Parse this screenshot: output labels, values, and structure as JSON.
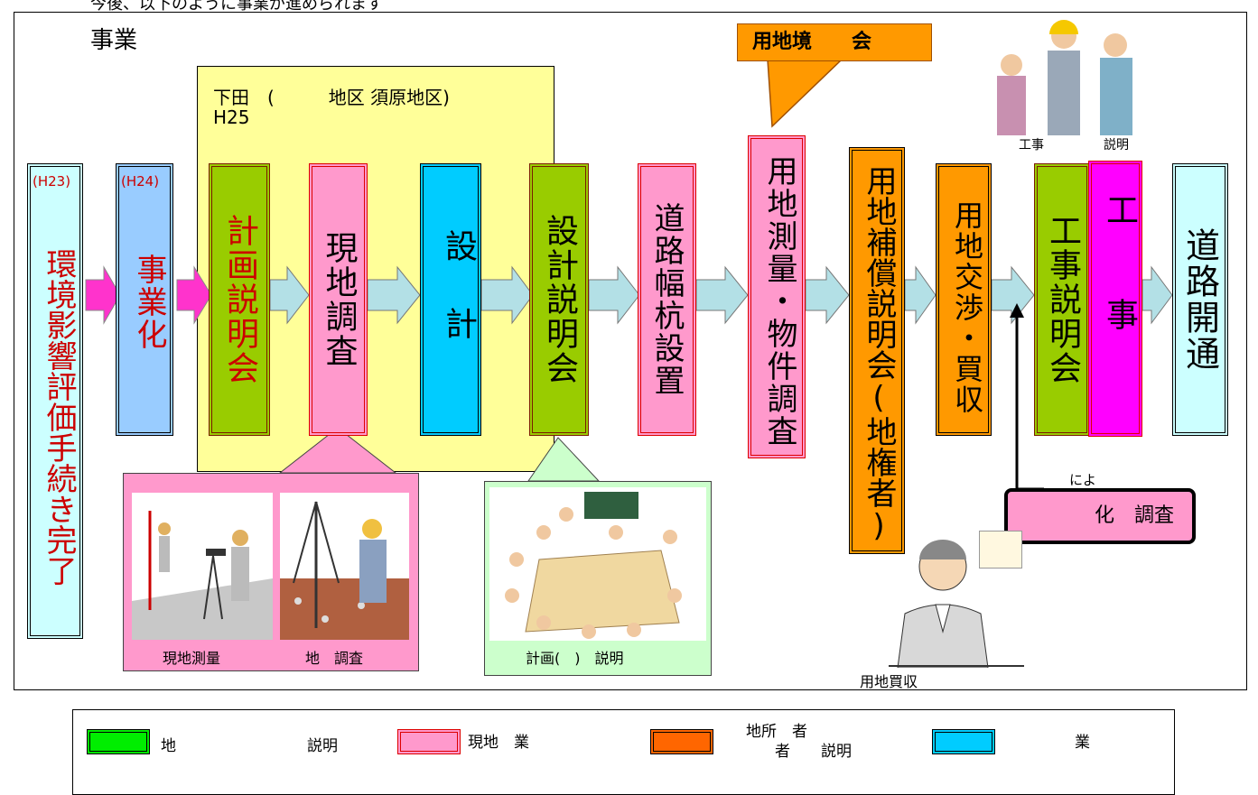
{
  "header_cut": "今後、以下のように事業が進められます",
  "title": "事業",
  "yellow_area": {
    "line1": "下田　(　　　地区  須原地区)",
    "line2": "H25"
  },
  "flow": {
    "env": {
      "year": "(H23)",
      "label": "環境影響評価手続き完了"
    },
    "jigyoka": {
      "year": "(H24)",
      "label": "事業化"
    },
    "keikaku": "計画説明会",
    "genchi": "現地調査",
    "sekkei": "設計",
    "sekkei_setsumei": "設計説明会",
    "kui": "道路幅杭設置",
    "sokuryo": "用地測量・物件調査",
    "hosho": "用地補償説明会(地権者)",
    "kosho": "用地交渉・買収",
    "koji_setsumei": "工事説明会",
    "koji": "工事",
    "kaitsu": "道路開通"
  },
  "callouts": {
    "yochi_kyokai": "用地境　　会",
    "genchi_sokuryo": "現地測量",
    "chishitsu": "地　調査",
    "keikaku_setsumei": "計画(　)　説明",
    "koji_caption": "工事",
    "setsumei_caption": "説明",
    "niyo": "によ",
    "jika_chosa": "化　調査",
    "yochi_baishu": "用地買収"
  },
  "legend": [
    {
      "label_a": "地",
      "label_b": "説明",
      "color": "#00ee00"
    },
    {
      "label_a": "現地　業",
      "color": "#ff99cc"
    },
    {
      "label_a": "地所　者",
      "label_b": "者　　説明",
      "color": "#ff6600"
    },
    {
      "label_a": "業",
      "color": "#00ccff"
    }
  ],
  "colors": {
    "magenta_arrow": "#ff33cc",
    "light_arrow": "#b3e0e6",
    "yellow_bg": "#ffff99"
  }
}
